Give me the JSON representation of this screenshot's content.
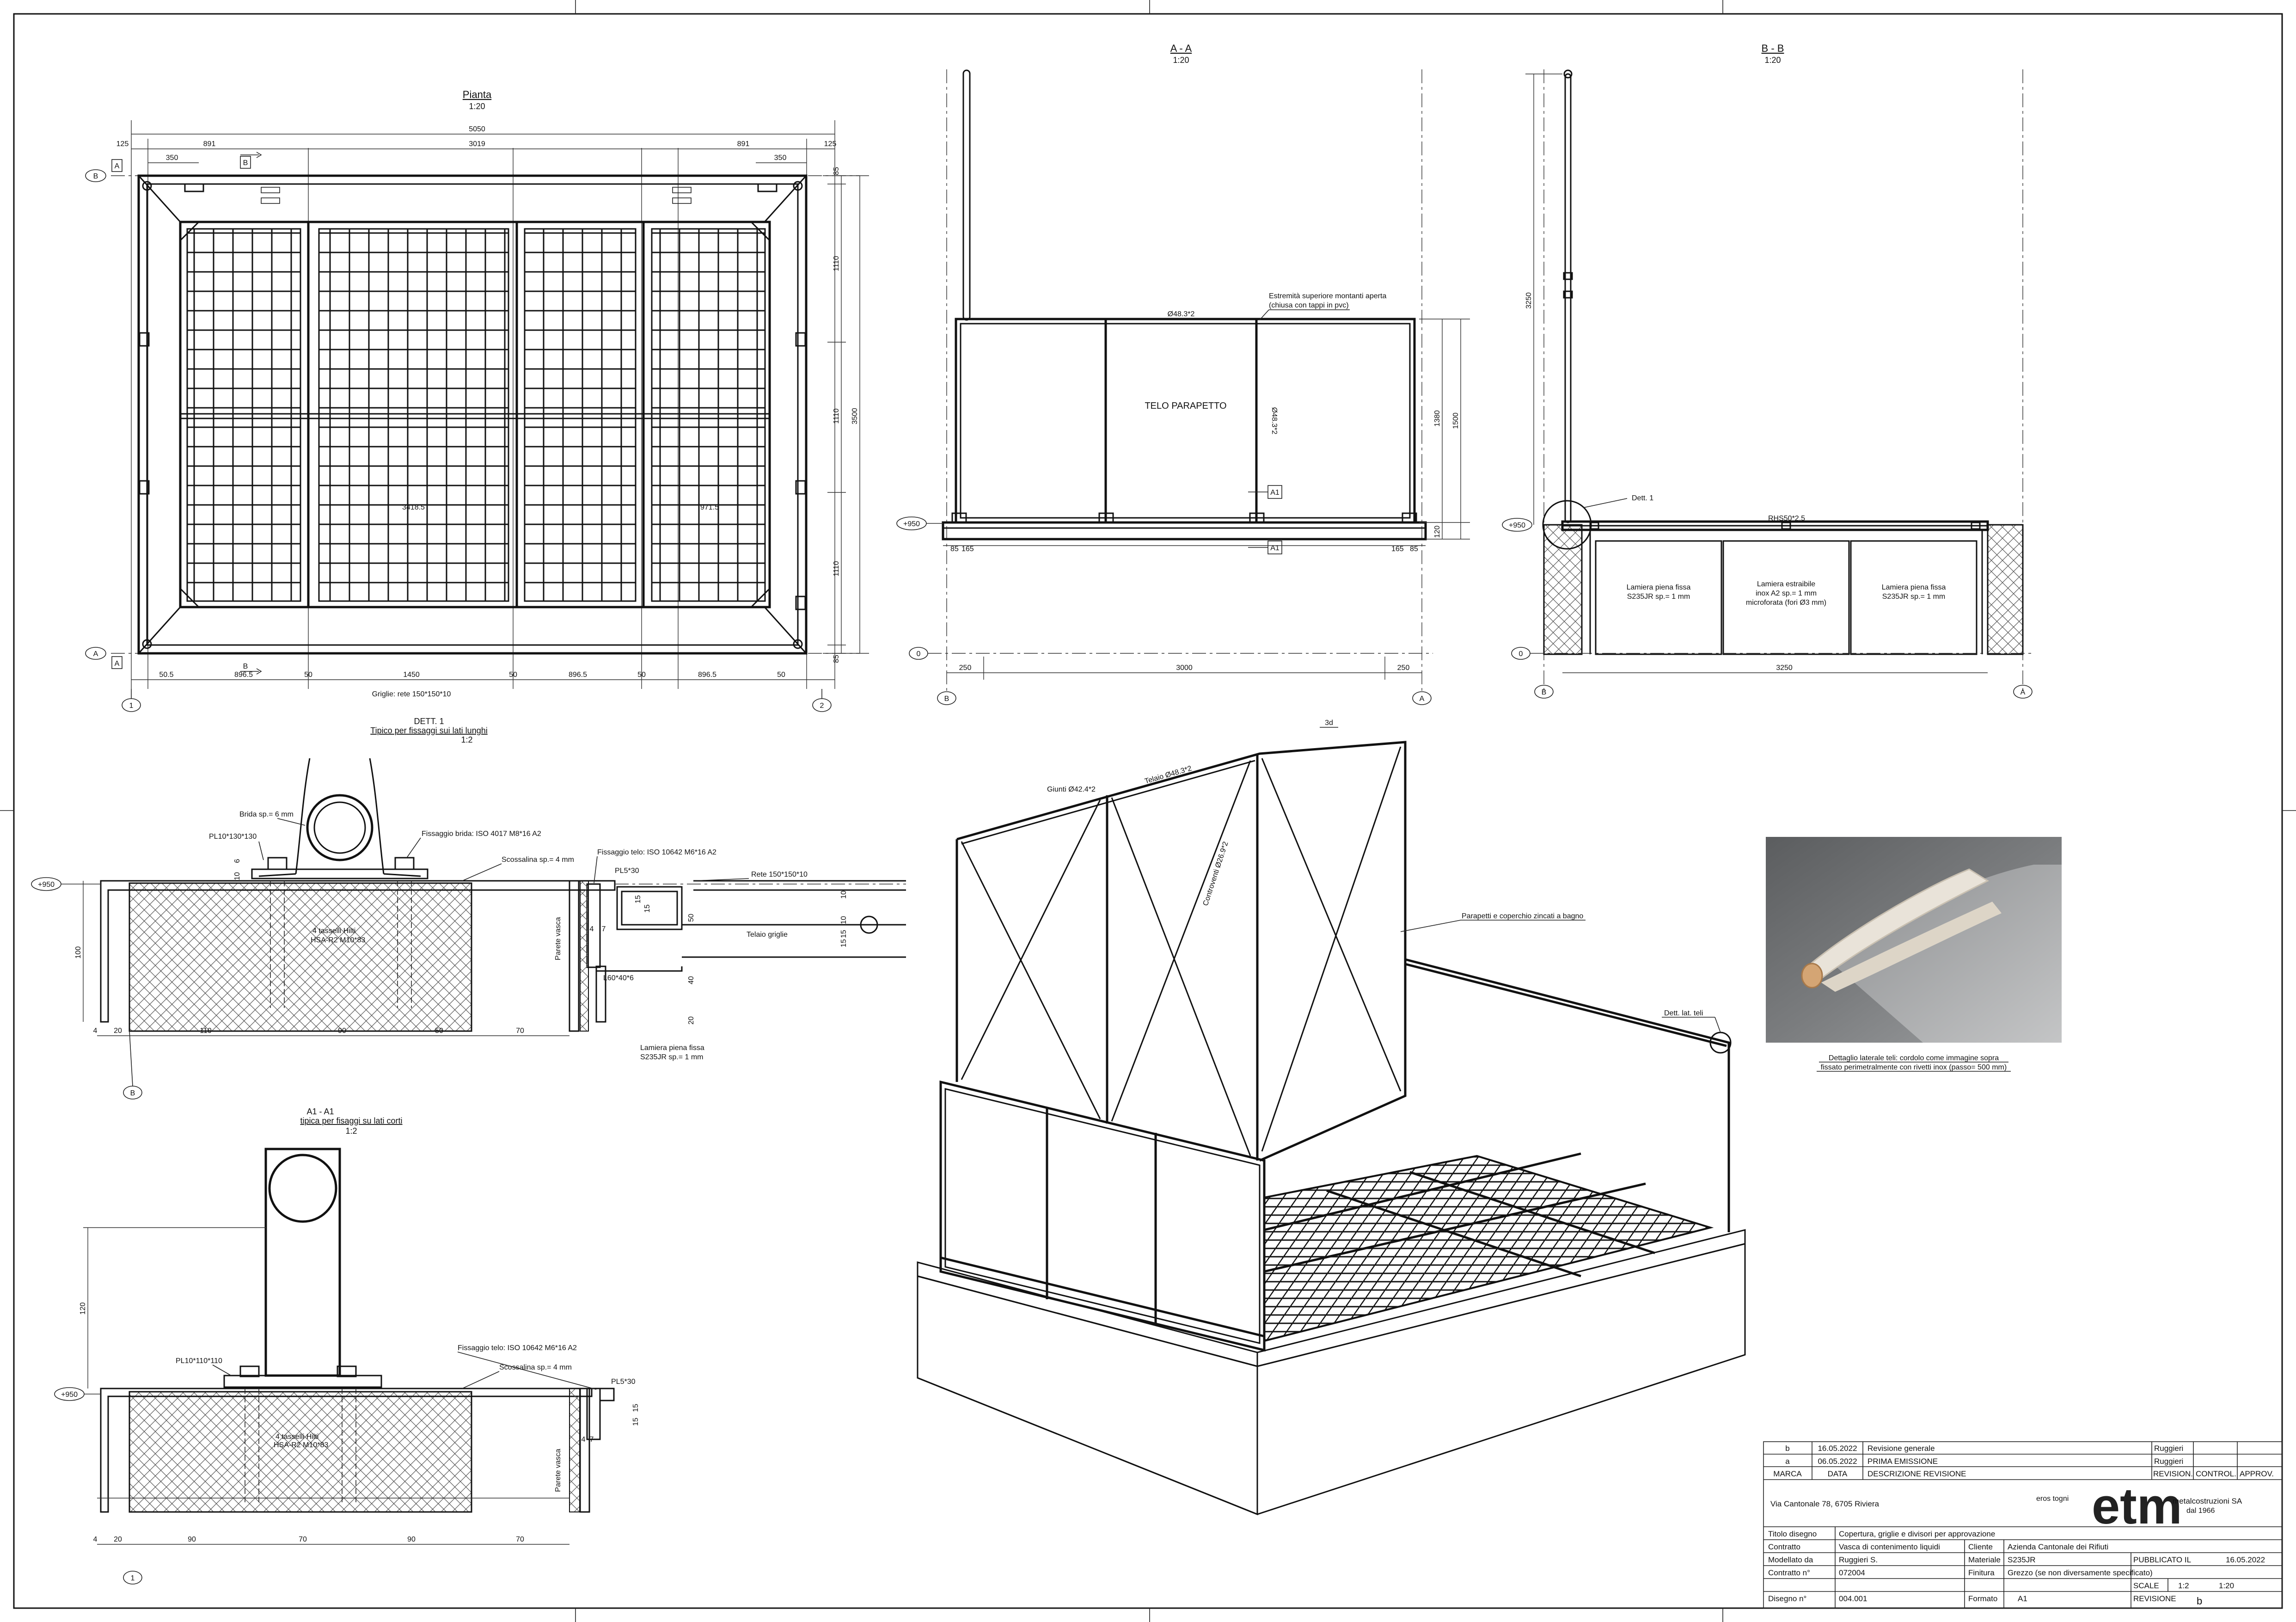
{
  "views": {
    "plan": {
      "title": "Pianta",
      "scale": "1:20"
    },
    "section_aa": {
      "title": "A - A",
      "scale": "1:20"
    },
    "section_bb": {
      "title": "B - B",
      "scale": "1:20"
    },
    "detail_1": {
      "title": "DETT. 1",
      "subtitle": "Tipico per fissaggi sui lati lunghi",
      "scale": "1:2"
    },
    "detail_a1": {
      "title": "A1 - A1",
      "subtitle": "tipica per fisaggi su lati corti",
      "scale": "1:2"
    },
    "view_3d": {
      "title": "3d"
    }
  },
  "plan": {
    "top_dims": [
      "125",
      "891",
      "3019",
      "891",
      "125"
    ],
    "overall": "5050",
    "sub_dims": [
      "350",
      "350"
    ],
    "right_dims": [
      "85",
      "1110",
      "1110",
      "1110",
      "85"
    ],
    "right_overall": "3500",
    "bottom_dims": [
      "50.5",
      "896.5",
      "50",
      "1450",
      "50",
      "896.5",
      "50",
      "896.5",
      "50"
    ],
    "bottom_note": "Griglie: rete 150*150*10",
    "inner_dims": [
      "3418.5",
      "971.5"
    ],
    "section_marks": [
      "A",
      "B",
      "A",
      "B",
      "A",
      "B",
      "A"
    ],
    "axis_marks": [
      "1",
      "2"
    ]
  },
  "section_aa": {
    "pipe_label": "Ø48.3*2",
    "pipe_label_v": "Ø48.3*2",
    "note_top": "Estremità superiore montanti aperta",
    "note_top2": "(chiusa con tappi in pvc)",
    "panel_label": "TELO PARAPETTO",
    "level_950": "+950",
    "level_0": "0",
    "right_dims": [
      "1380",
      "1500",
      "120"
    ],
    "bottom_dims": [
      "85",
      "165",
      "165",
      "85"
    ],
    "base_dims": [
      "250",
      "3000",
      "250"
    ],
    "cut_mark": "A1",
    "axis_marks": [
      "B",
      "A"
    ]
  },
  "section_bb": {
    "height_dim": "3250",
    "detail_mark": "Dett. 1",
    "rhs_label": "RHS50*2.5",
    "level_950": "+950",
    "level_0": "0",
    "panels": [
      {
        "l1": "Lamiera piena fissa",
        "l2": "S235JR sp.= 1 mm",
        "l3": ""
      },
      {
        "l1": "Lamiera estraibile",
        "l2": "inox A2 sp.= 1 mm",
        "l3": "microforata (fori Ø3 mm)"
      },
      {
        "l1": "Lamiera piena fissa",
        "l2": "S235JR sp.= 1 mm",
        "l3": ""
      }
    ],
    "base_dim": "3250",
    "axis_marks": [
      "B",
      "A"
    ]
  },
  "detail_1": {
    "labels": {
      "flange": "Brida sp.= 6 mm",
      "plate": "PL10*130*130",
      "flange_fix": "Fissaggio brida: ISO 4017 M8*16 A2",
      "flashing": "Scossalina sp.= 4 mm",
      "sheet_fix": "Fissaggio telo: ISO 10642 M6*16 A2",
      "pl": "PL5*30",
      "mesh": "Rete 150*150*10",
      "anchors1": "4 tasselli Hilti",
      "anchors2": "HSA-R2 M10*83",
      "wall": "Parete vasca",
      "frame": "Telaio griglie",
      "angle": "L60*40*6",
      "sheet1": "Lamiera piena fissa",
      "sheet2": "S235JR sp.= 1 mm",
      "level": "+950",
      "axis": "B"
    },
    "dims_bottom": [
      "4",
      "20",
      "110",
      "90",
      "50",
      "70"
    ],
    "dims_left": [
      "100"
    ],
    "dims_small": [
      "10",
      "6",
      "15",
      "15",
      "10",
      "10",
      "15",
      "15",
      "7",
      "4",
      "40",
      "20",
      "50"
    ]
  },
  "detail_a1": {
    "labels": {
      "plate": "PL10*110*110",
      "sheet_fix": "Fissaggio telo: ISO 10642 M6*16 A2",
      "flashing": "Scossalina sp.= 4 mm",
      "pl": "PL5*30",
      "anchors1": "4 tasselli Hilti",
      "anchors2": "HSA-R2 M10*83",
      "wall": "Parete vasca",
      "level": "+950",
      "axis": "1"
    },
    "dims_bottom": [
      "4",
      "20",
      "90",
      "70",
      "90",
      "70"
    ],
    "dims_left": [
      "120"
    ],
    "dims_small": [
      "15",
      "15",
      "7",
      "4"
    ]
  },
  "view_3d": {
    "labels": {
      "joints": "Giunti Ø42.4*2",
      "frame": "Telaio Ø48.3*2",
      "bracing": "Controventi Ø26.9*2",
      "parapets": "Parapetti e coperchio zincati a bagno",
      "detail": "Dett. lat. teli"
    }
  },
  "photo": {
    "caption1": "Dettaglio laterale teli: cordolo come immagine sopra",
    "caption2": "fissato perimetralmente con rivetti inox (passo= 500 mm)"
  },
  "title_block": {
    "revisions": [
      {
        "marca": "b",
        "data": "16.05.2022",
        "descrizione": "Revisione generale",
        "revisione": "Ruggieri"
      },
      {
        "marca": "a",
        "data": "06.05.2022",
        "descrizione": "PRIMA EMISSIONE",
        "revisione": "Ruggieri"
      }
    ],
    "headers": {
      "marca": "MARCA",
      "data": "DATA",
      "descrizione": "DESCRIZIONE REVISIONE",
      "revisione": "REVISION.",
      "controllo": "CONTROL.",
      "approv": "APPROV."
    },
    "address": "Via Cantonale 78, 6705 Riviera",
    "company_small": "eros togni",
    "company": "metalcostruzioni SA",
    "since": "dal 1966",
    "logo": "etm",
    "rows": {
      "titolo_label": "Titolo disegno",
      "titolo": "Copertura, griglie e divisori per approvazione",
      "contratto_label": "Contratto",
      "contratto": "Vasca di contenimento liquidi",
      "cliente_label": "Cliente",
      "cliente": "Azienda Cantonale dei Rifiuti",
      "modellato_label": "Modellato da",
      "modellato": "Ruggieri S.",
      "materiale_label": "Materiale",
      "materiale": "S235JR",
      "pubblicato_label": "PUBBLICATO IL",
      "pubblicato": "16.05.2022",
      "contratto_n_label": "Contratto n°",
      "contratto_n": "072004",
      "finitura_label": "Finitura",
      "finitura": "Grezzo (se non diversamente specificato)",
      "scala_label": "SCALE",
      "scala1": "1:2",
      "scala2": "1:20",
      "disegno_label": "Disegno n°",
      "disegno": "004.001",
      "formato_label": "Formato",
      "formato": "A1",
      "revisione_label": "REVISIONE",
      "revisione": "b"
    }
  }
}
